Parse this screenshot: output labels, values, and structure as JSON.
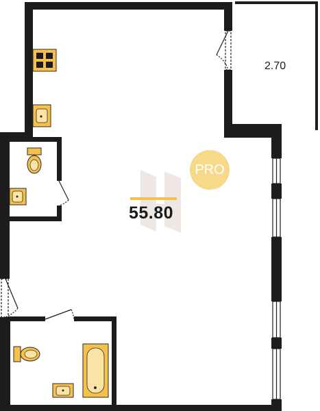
{
  "plan": {
    "total_area": "55.80",
    "balcony_area": "2.70",
    "badge": "PRO"
  },
  "colors": {
    "wall": "#1c1c1c",
    "fixture_fill": "#f5c14b",
    "fixture_stroke": "#2a2a2a",
    "badge": "#f7d98a",
    "watermark": "#efe7e3",
    "underline": "#f5c14b"
  },
  "icons": [
    "stove-icon",
    "sink-icon",
    "toilet-icon",
    "bathtub-icon",
    "door-swing-icon",
    "window-icon"
  ]
}
